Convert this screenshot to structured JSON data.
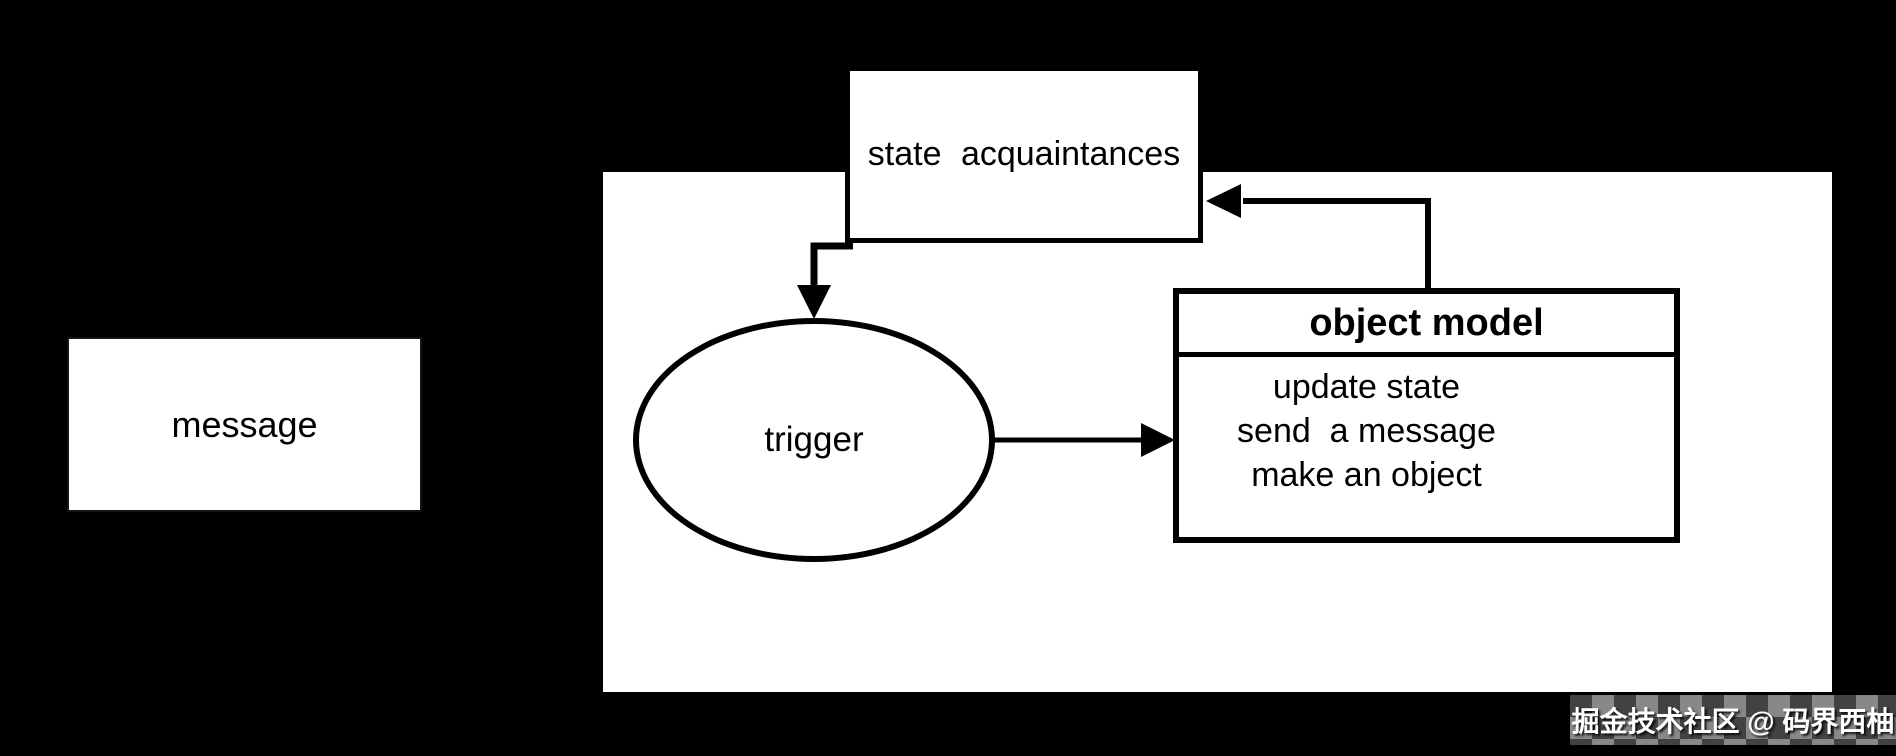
{
  "diagram": {
    "message_box": {
      "label": "message"
    },
    "state_box": {
      "label": "state acquaintances"
    },
    "trigger_ellipse": {
      "label": "trigger"
    },
    "object_model": {
      "title": "object model",
      "items": [
        "update state",
        "send  a message",
        "make an object"
      ]
    },
    "connectors": [
      {
        "name": "state-acquaintances-to-trigger",
        "from": "state acquaintances",
        "to": "trigger",
        "style": "elbow-arrow"
      },
      {
        "name": "trigger-to-object-model",
        "from": "trigger",
        "to": "object model",
        "style": "straight-arrow"
      },
      {
        "name": "object-model-to-state-acquaintances",
        "from": "object model",
        "to": "state acquaintances",
        "style": "elbow-arrow"
      }
    ],
    "watermark": {
      "text": "掘金技术社区 @ 码界西柚"
    },
    "colors": {
      "background": "#000000",
      "panel": "#ffffff",
      "shape_fill": "#ffffff",
      "stroke": "#000000",
      "text": "#000000",
      "watermark_text": "#ffffff"
    }
  }
}
